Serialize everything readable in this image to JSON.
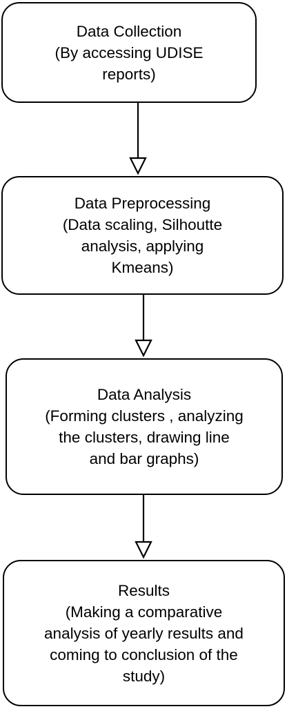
{
  "steps": [
    {
      "title": "Data Collection",
      "lines": [
        "(By accessing UDISE",
        "reports)"
      ]
    },
    {
      "title": "Data Preprocessing",
      "lines": [
        "(Data scaling, Silhoutte",
        "analysis, applying",
        "Kmeans)"
      ]
    },
    {
      "title": "Data Analysis",
      "lines": [
        "(Forming clusters , analyzing",
        "the clusters, drawing line",
        "and bar graphs)"
      ]
    },
    {
      "title": "Results",
      "lines": [
        "(Making a comparative",
        "analysis of yearly results and",
        "coming to conclusion of the",
        "study)"
      ]
    }
  ]
}
